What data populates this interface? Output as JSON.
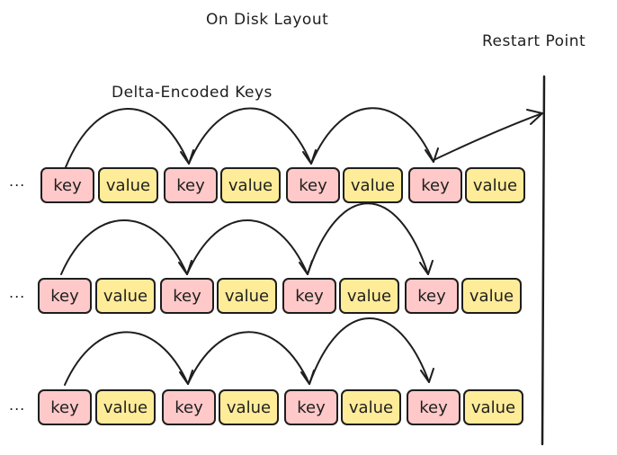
{
  "title": "On Disk Layout",
  "restart_label": "Restart Point",
  "delta_label": "Delta-Encoded Keys",
  "ellipsis": "...",
  "cell_labels": {
    "key": "key",
    "value": "value"
  },
  "colors": {
    "key": "#ffc9c9",
    "value": "#ffec99",
    "stroke": "#1e1e1e"
  },
  "rows": [
    {
      "cells": [
        "key",
        "value",
        "key",
        "value",
        "key",
        "value",
        "key",
        "value"
      ]
    },
    {
      "cells": [
        "key",
        "value",
        "key",
        "value",
        "key",
        "value",
        "key",
        "value"
      ]
    },
    {
      "cells": [
        "key",
        "value",
        "key",
        "value",
        "key",
        "value",
        "key",
        "value"
      ]
    }
  ]
}
